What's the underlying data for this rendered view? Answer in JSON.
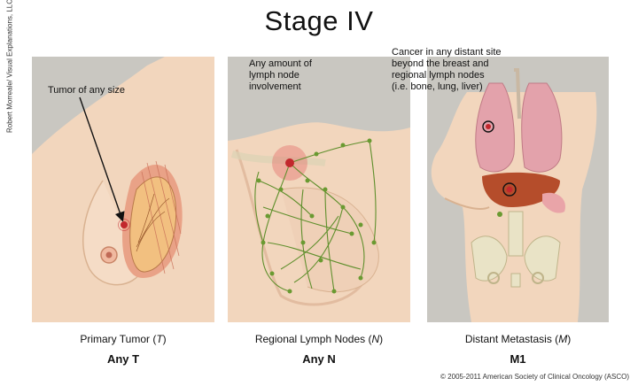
{
  "title": "Stage IV",
  "credit_left": "Robert Morreale/ Visual Explanations, LLC",
  "credit_bottom": "© 2005-2011 American Society of Clinical Oncology (ASCO)",
  "panels": [
    {
      "annotation": "Tumor of any size",
      "caption_prefix": "Primary Tumor (",
      "caption_code": "T",
      "caption_suffix": ")",
      "stage": "Any T"
    },
    {
      "annotation_lines": [
        "Any amount of",
        "lymph node",
        "involvement"
      ],
      "caption_prefix": "Regional Lymph Nodes (",
      "caption_code": "N",
      "caption_suffix": ")",
      "stage": "Any N"
    },
    {
      "annotation_lines": [
        "Cancer in any distant site",
        "beyond the breast and",
        "regional lymph nodes",
        "(i.e. bone, lung, liver)"
      ],
      "caption_prefix": "Distant Metastasis (",
      "caption_code": "M",
      "caption_suffix": ")",
      "stage": "M1"
    }
  ],
  "colors": {
    "panel_bg": "#c9c7c1",
    "skin": "#f2d6bd",
    "skin_shadow": "#e2bca0",
    "muscle": "#e9a287",
    "lymph": "#5f8f2c",
    "lung": "#e3a2ab",
    "liver": "#b54d2b",
    "tumor": "#c2272d",
    "bone": "#e9e3c6"
  }
}
